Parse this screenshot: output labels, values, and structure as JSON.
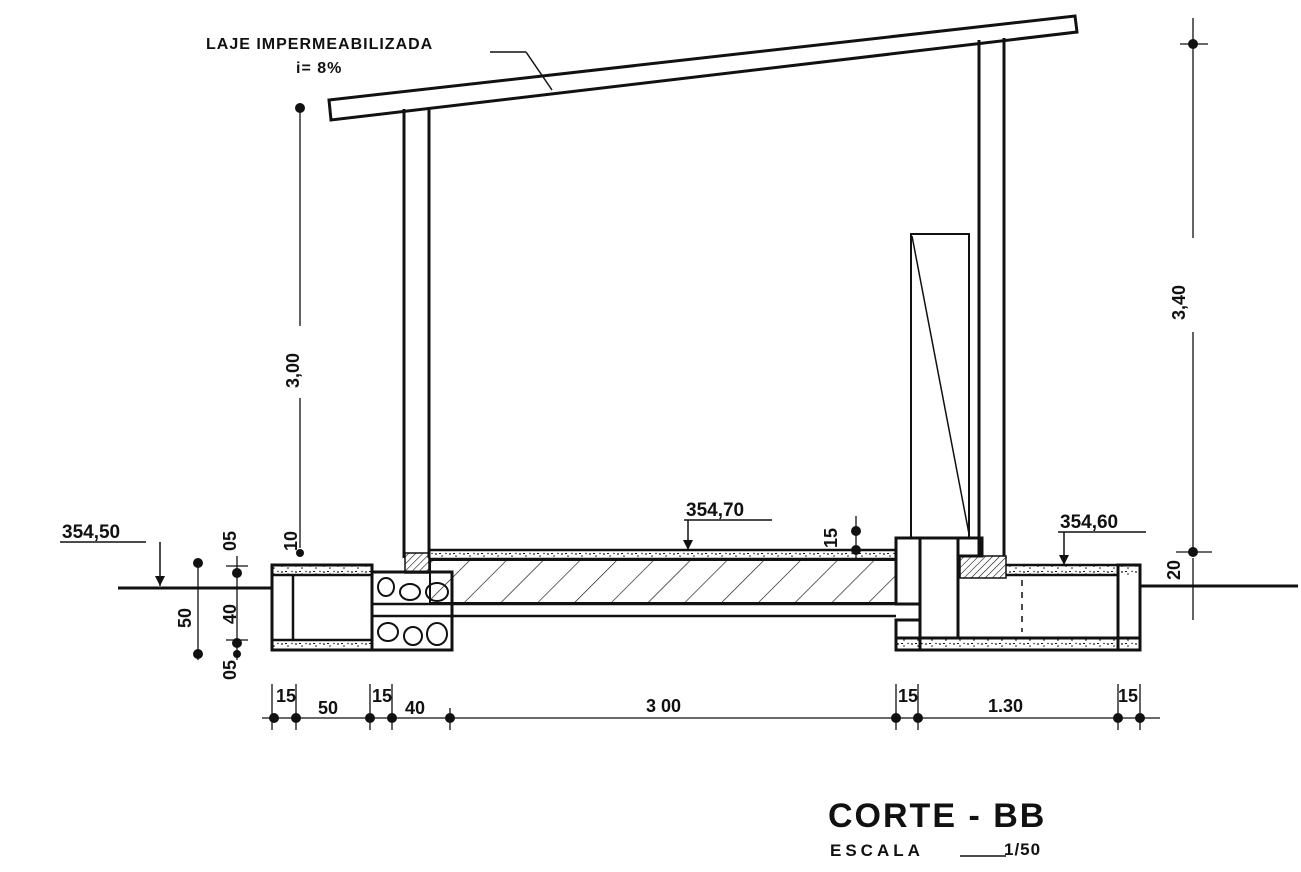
{
  "annotations": {
    "roof_note": "LAJE IMPERMEABILIZADA",
    "roof_slope": "i= 8%"
  },
  "levels": {
    "ground": "354,50",
    "floor": "354,70",
    "exterior": "354,60"
  },
  "vertical_dimensions": {
    "left_height": "3,00",
    "right_height": "3,40",
    "top_step": "10",
    "top_finish": "05",
    "foundation_total": "50",
    "foundation_core": "40",
    "bottom_finish": "05",
    "floor_thickness": "15",
    "right_step": "20"
  },
  "horizontal_dimensions": {
    "wall_a": "15",
    "span_a": "50",
    "wall_b": "15",
    "span_b": "40",
    "main_span": "3 00",
    "wall_c": "15",
    "span_c": "1.30",
    "wall_d": "15"
  },
  "title_block": {
    "title": "CORTE - BB",
    "scale_label": "ESCALA",
    "scale_value": "1/50"
  },
  "colors": {
    "ink": "#111111",
    "paper": "#ffffff"
  }
}
